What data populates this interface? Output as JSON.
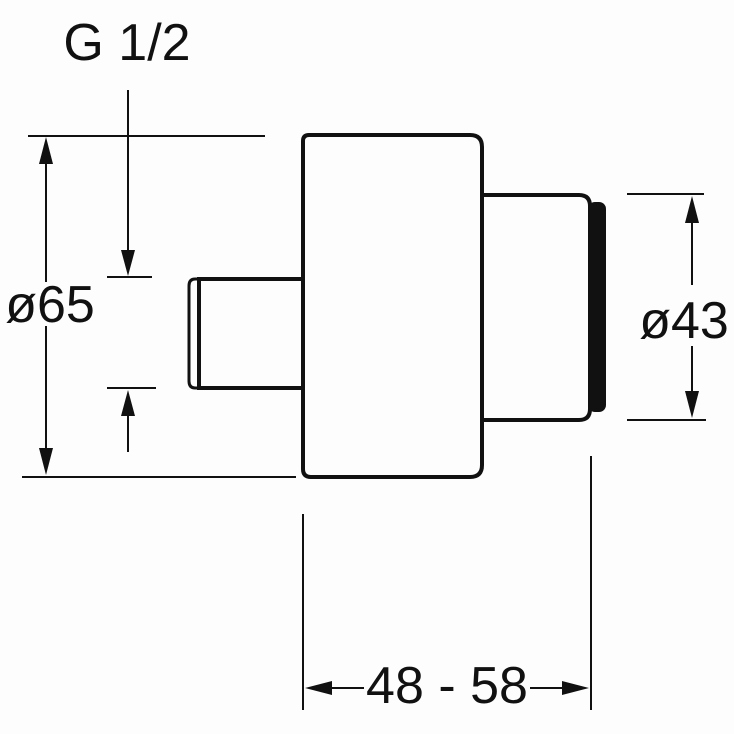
{
  "colors": {
    "line": "#111111",
    "background": "#fdfdfd"
  },
  "dimensions": {
    "thread": {
      "label": "G 1/2"
    },
    "body_diameter": {
      "label": "ø65"
    },
    "outlet_diameter": {
      "label": "ø43"
    },
    "depth_range": {
      "label": "48 - 58"
    }
  }
}
